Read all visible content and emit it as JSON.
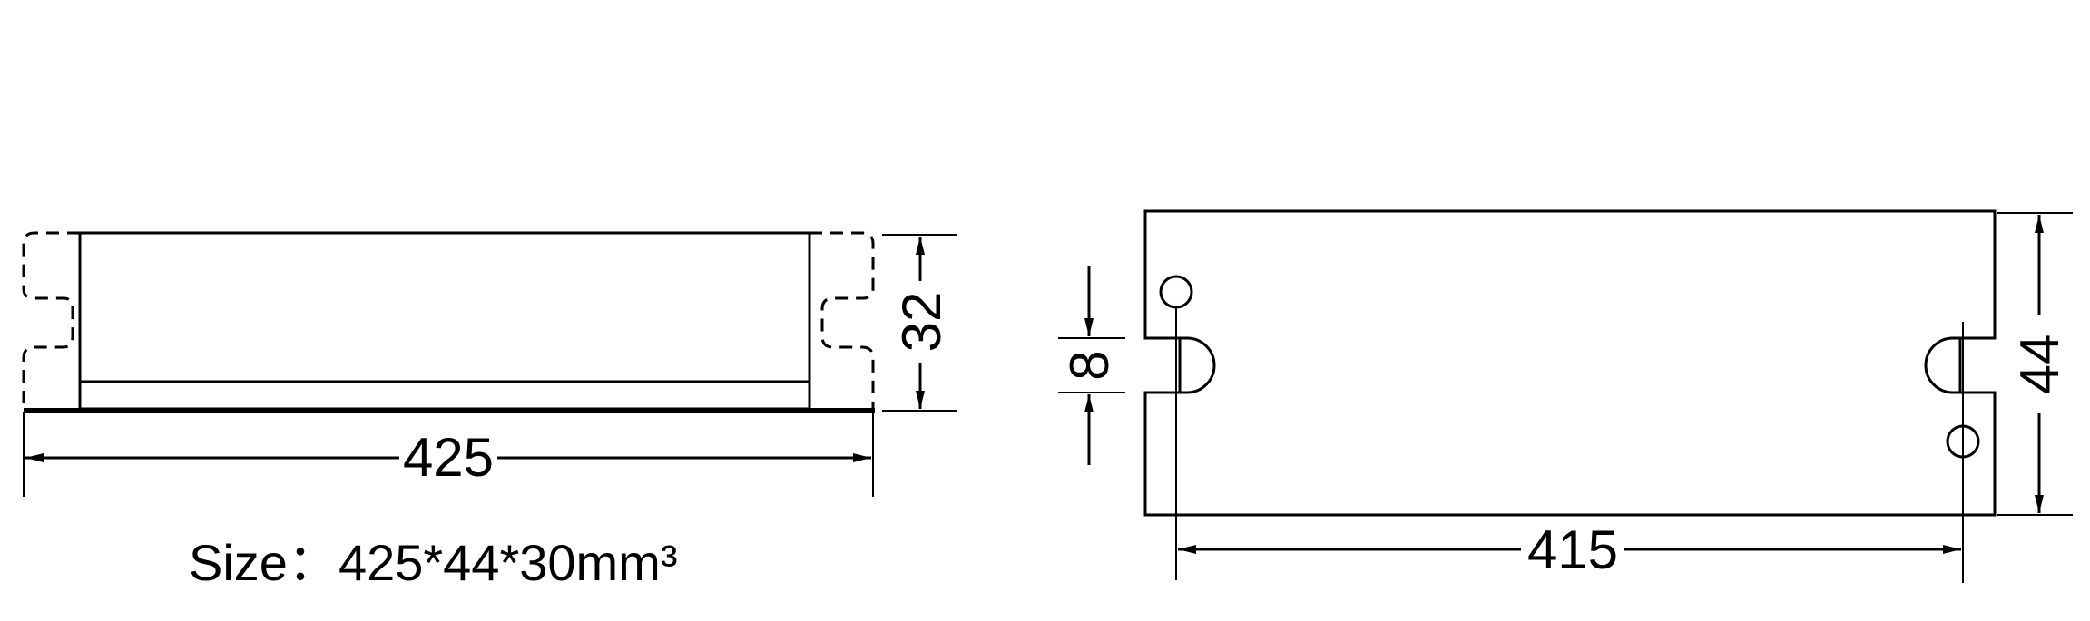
{
  "side_view": {
    "length_dim": "425",
    "height_dim": "32"
  },
  "caption": {
    "text": "Size：425*44*30mm³"
  },
  "top_view": {
    "hole_spacing_dim": "415",
    "width_dim": "44",
    "slot_dim": "8"
  },
  "colors": {
    "line": "#000000",
    "background": "#ffffff"
  }
}
